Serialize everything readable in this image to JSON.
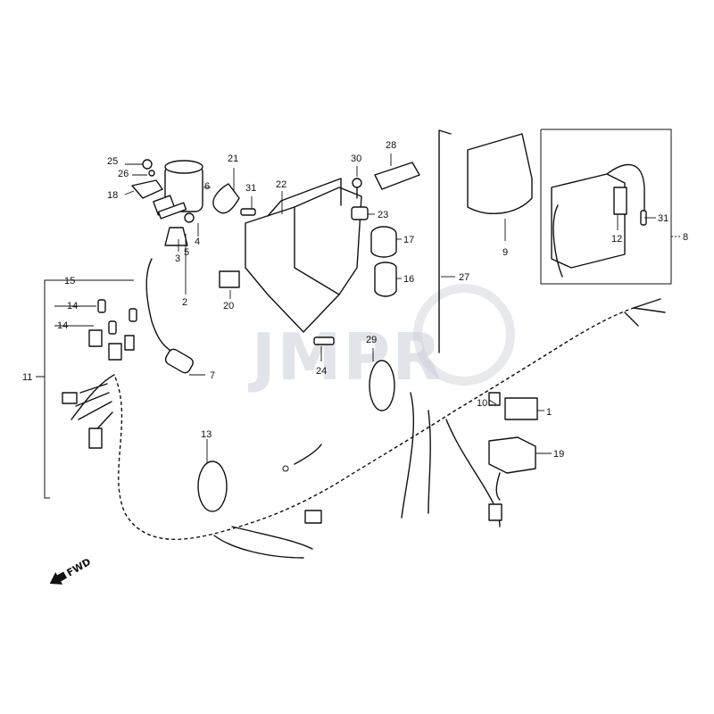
{
  "watermark": "JMPR",
  "direction_label": "FWD",
  "callouts": {
    "c1": "1",
    "c2": "2",
    "c3": "3",
    "c4": "4",
    "c5": "5",
    "c6": "6",
    "c7": "7",
    "c8": "8",
    "c9": "9",
    "c10": "10",
    "c11": "11",
    "c12": "12",
    "c13": "13",
    "c14a": "14",
    "c14b": "14",
    "c15": "15",
    "c16": "16",
    "c17": "17",
    "c18": "18",
    "c19": "19",
    "c20": "20",
    "c21": "21",
    "c22": "22",
    "c23": "23",
    "c24": "24",
    "c25": "25",
    "c26": "26",
    "c27": "27",
    "c28": "28",
    "c29": "29",
    "c30": "30",
    "c31a": "31",
    "c31b": "31"
  }
}
